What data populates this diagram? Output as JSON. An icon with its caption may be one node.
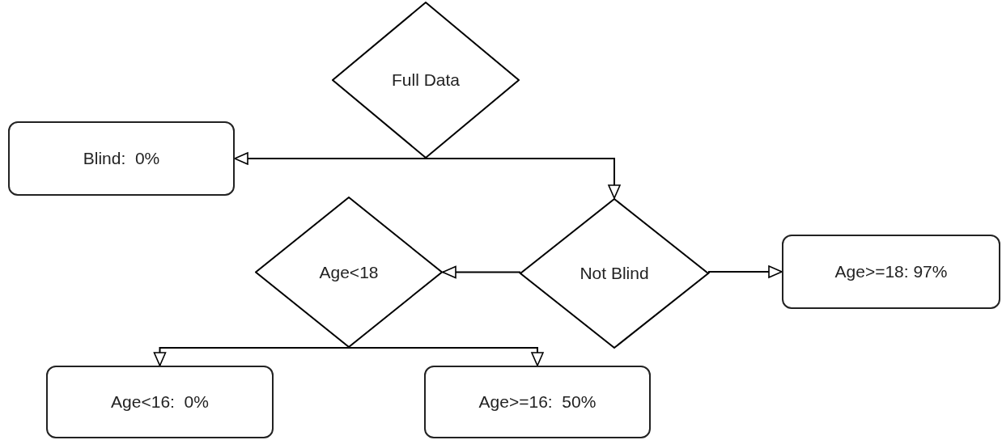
{
  "diagram": {
    "nodes": [
      {
        "text": [
          "Full Data"
        ]
      },
      {
        "text": [
          "Blind:  0%"
        ]
      },
      {
        "text": [
          "Not Blind"
        ]
      },
      {
        "text": [
          "Age>=18: 97%"
        ]
      },
      {
        "text": [
          "Age<18"
        ]
      },
      {
        "text": [
          "Age<16:  0%"
        ]
      },
      {
        "text": [
          "Age>=16:  50%"
        ]
      }
    ],
    "edges": [
      {
        "from": 0,
        "to": 1,
        "arrow": "to"
      },
      {
        "from": 0,
        "to": 2,
        "arrow": "to"
      },
      {
        "from": 2,
        "to": 3,
        "arrow": "to"
      },
      {
        "from": 2,
        "to": 4,
        "arrow": "to"
      },
      {
        "from": 4,
        "to": 5,
        "arrow": "to"
      },
      {
        "from": 4,
        "to": 6,
        "arrow": "to"
      }
    ]
  }
}
